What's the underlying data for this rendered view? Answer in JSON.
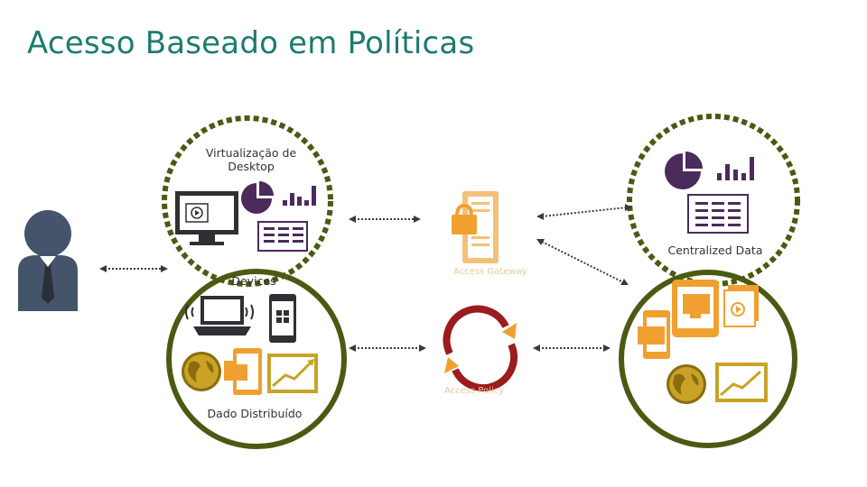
{
  "title": "Acesso Baseado em Políticas",
  "labels": {
    "virtualization": "Virtualização de Desktop",
    "devices": "Devices",
    "distributed": "Dado Distribuído",
    "centralized": "Centralized Data",
    "access_gateway": "Access Gateway",
    "access_policy": "Access Policy"
  },
  "colors": {
    "title": "#1d7b70",
    "olive": "#4a5a12",
    "person": "#44546a",
    "purple": "#4b2a5c",
    "orange": "#f0a030",
    "gold": "#c9a227",
    "red": "#9b1c1c"
  },
  "icons": [
    "user-icon",
    "monitor-icon",
    "pie-chart-icon",
    "bar-chart-icon",
    "document-icon",
    "laptop-icon",
    "phone-icon",
    "globe-icon",
    "folder-icon",
    "trend-chart-icon",
    "server-lock-icon",
    "sync-icon"
  ]
}
